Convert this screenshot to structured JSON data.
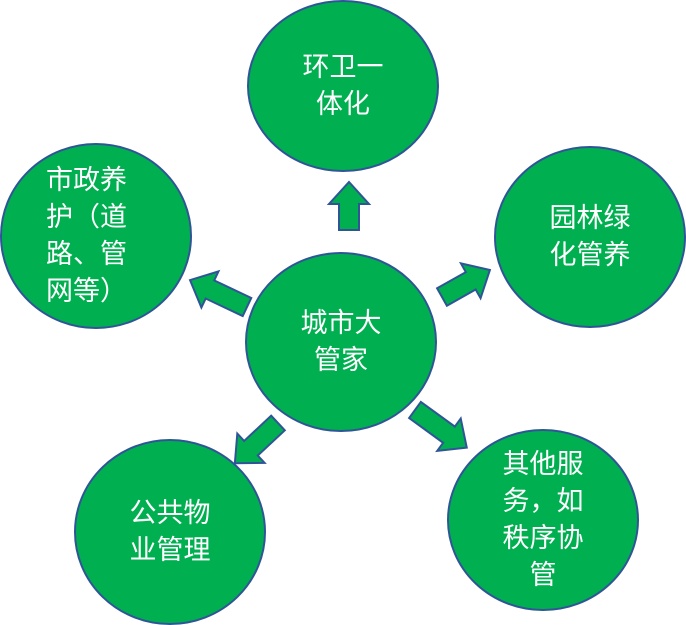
{
  "colors": {
    "fill": "#00B050",
    "stroke": "#2F5597",
    "text": "#FFFFFF"
  },
  "center": {
    "lines": [
      "城市大",
      "管家"
    ]
  },
  "nodes": [
    {
      "id": "sanitation",
      "lines": [
        "环卫一",
        "体化"
      ]
    },
    {
      "id": "landscaping",
      "lines": [
        "园林绿",
        "化管养"
      ]
    },
    {
      "id": "municipal",
      "lines": [
        "市政养",
        "护（道",
        "路、管",
        "网等）"
      ]
    },
    {
      "id": "property",
      "lines": [
        "公共物",
        "业管理"
      ]
    },
    {
      "id": "other",
      "lines": [
        "其他服",
        "务，如",
        "秩序协",
        "管"
      ]
    }
  ]
}
